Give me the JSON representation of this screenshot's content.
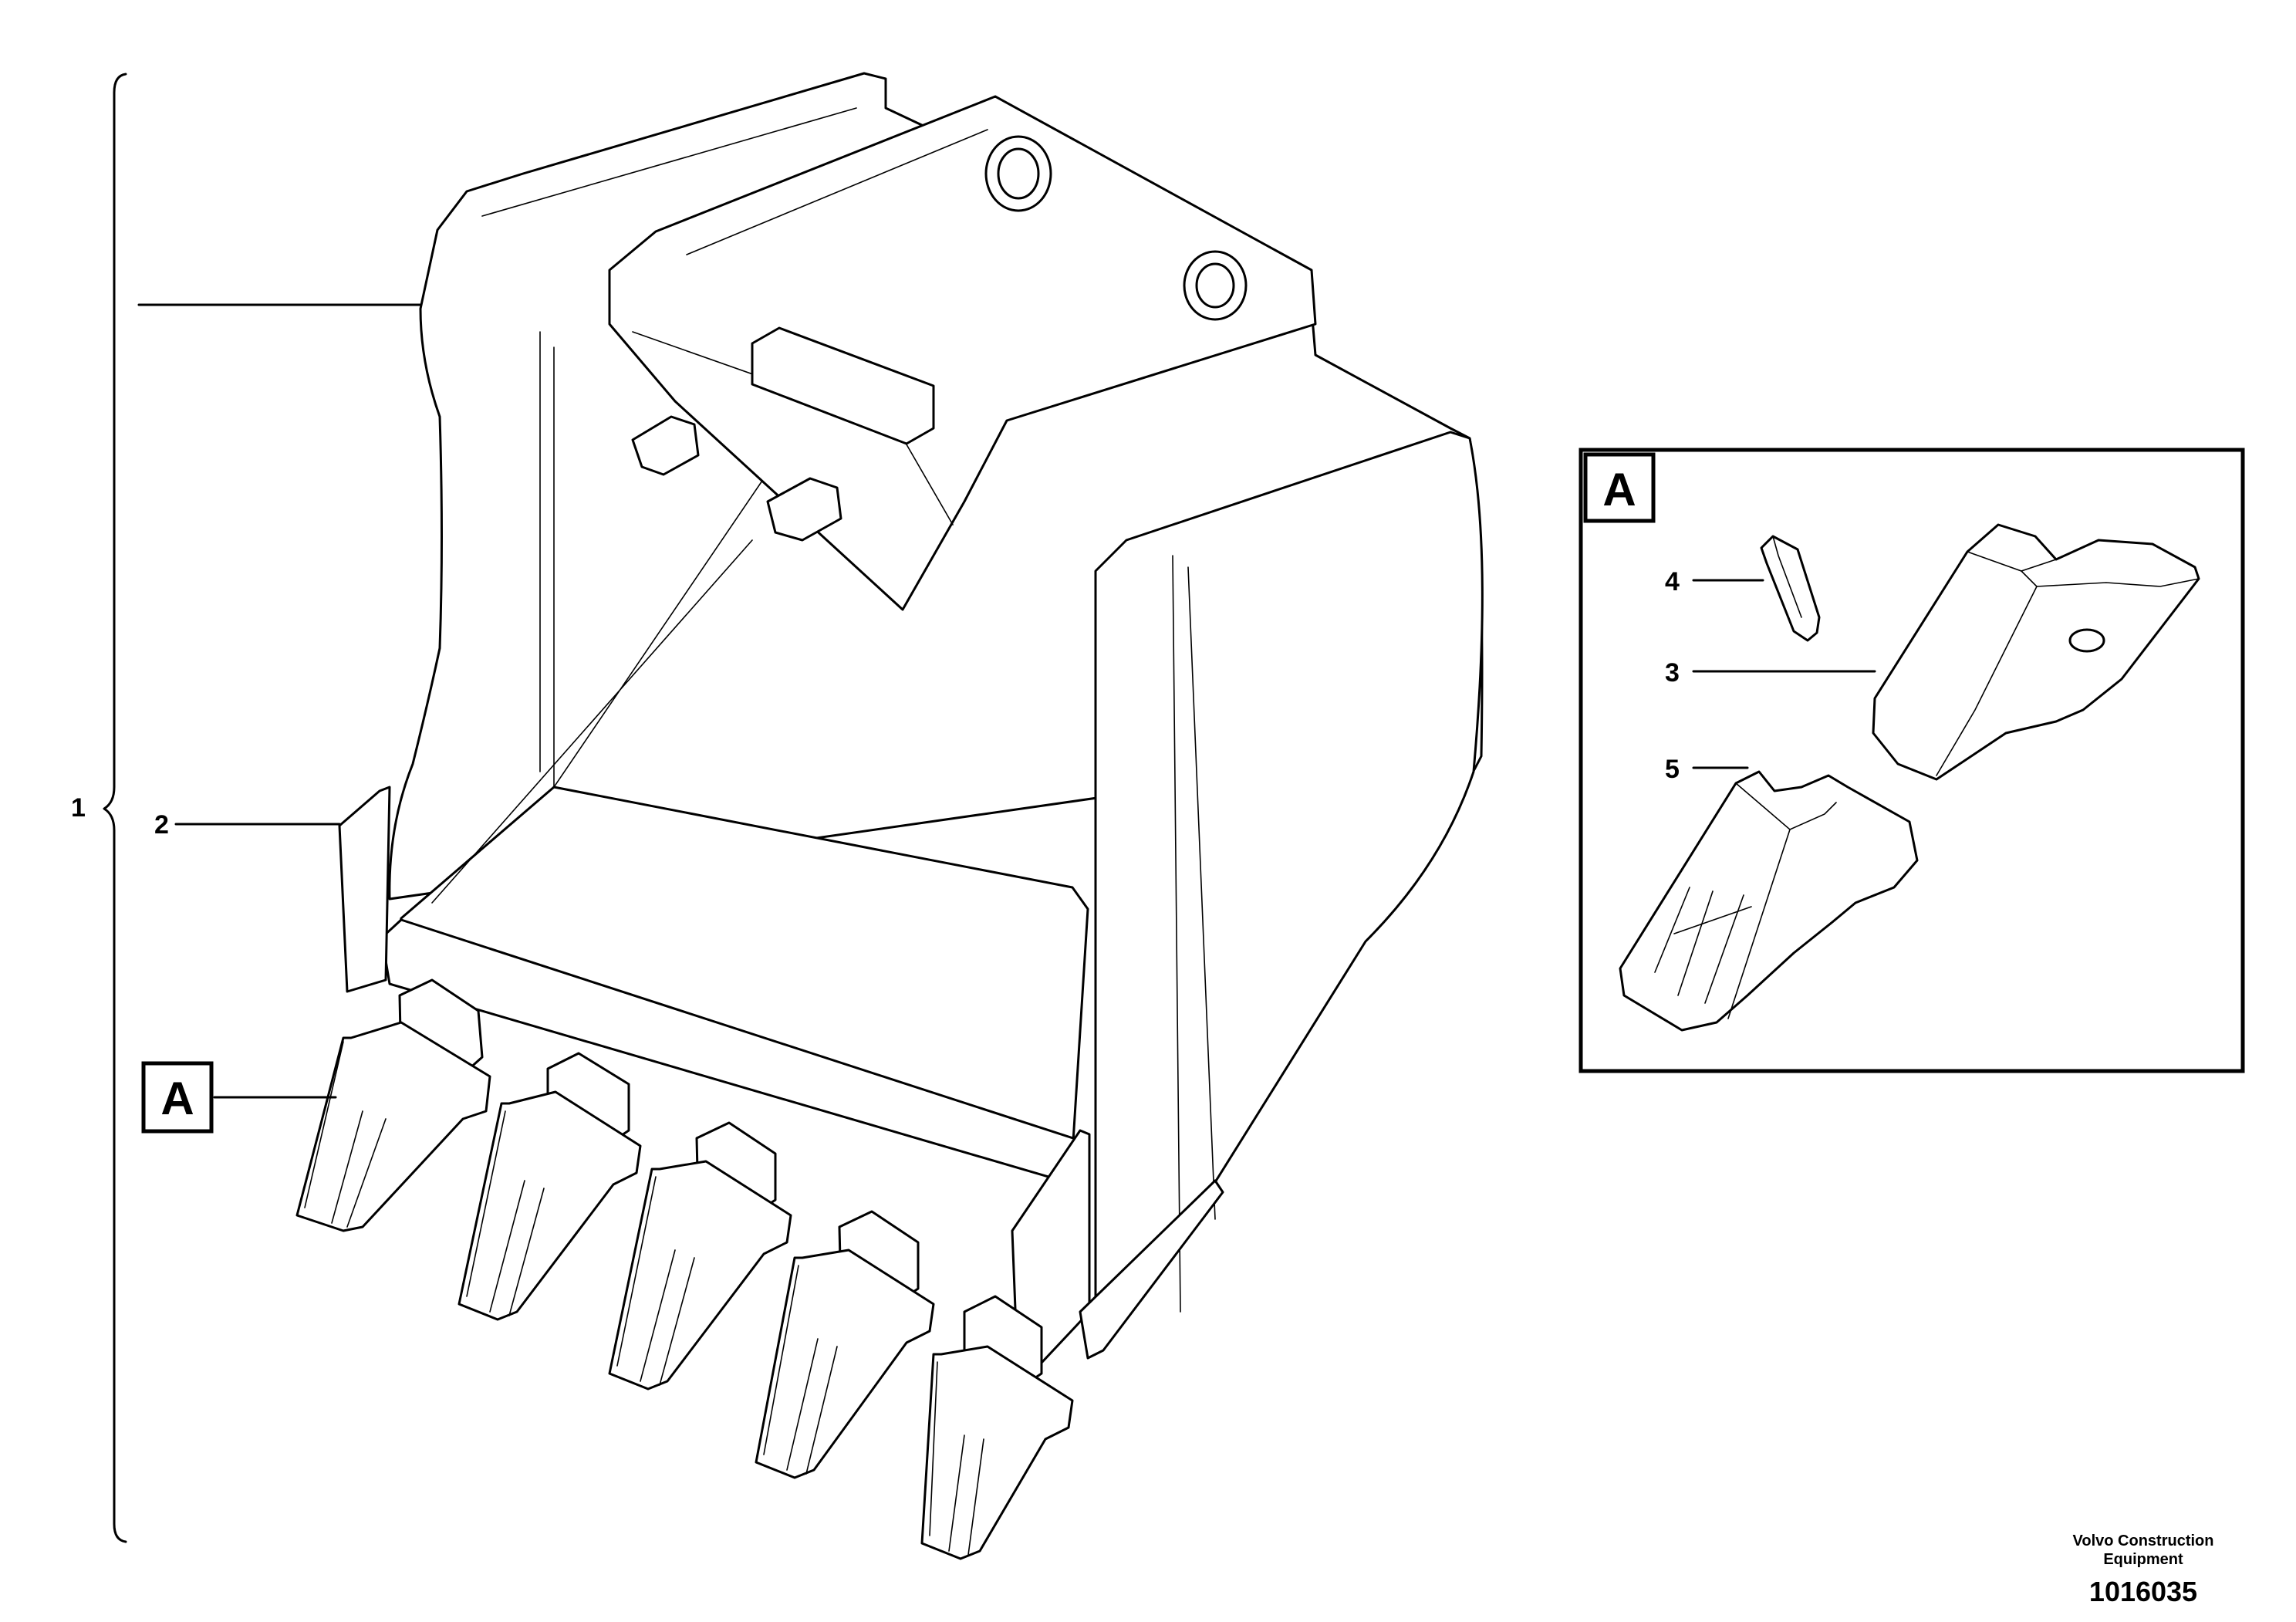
{
  "callouts": {
    "item1": "1",
    "item2": "2",
    "item3": "3",
    "item4": "4",
    "item5": "5",
    "detail_ref": "A",
    "detail_box_label": "A"
  },
  "footer": {
    "company_line1": "Volvo Construction",
    "company_line2": "Equipment",
    "drawing_number": "1016035"
  }
}
